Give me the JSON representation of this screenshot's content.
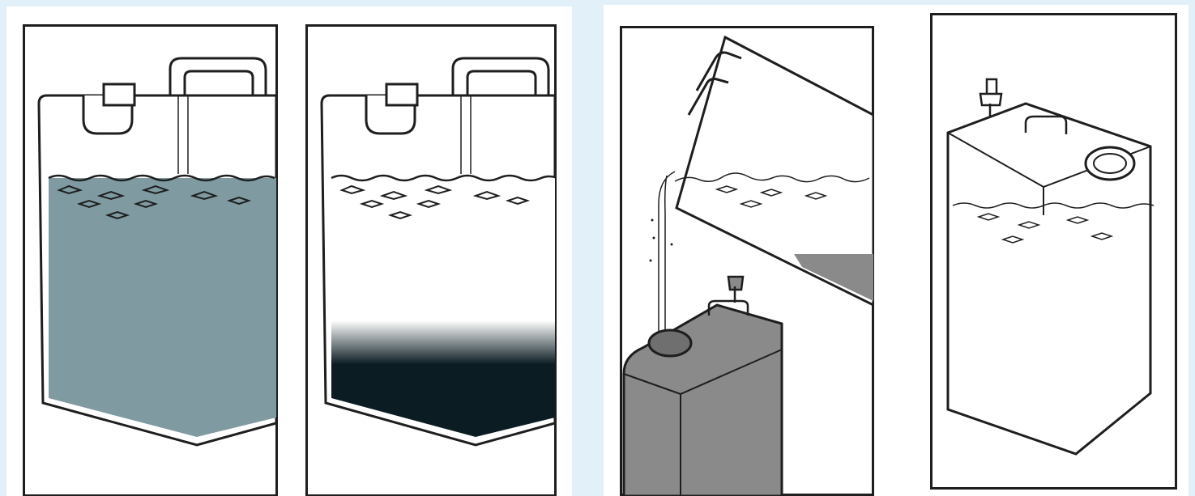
{
  "figure": {
    "panels": [
      {
        "id": "container-turbid-water"
      },
      {
        "id": "container-sediment-settled"
      },
      {
        "id": "decanting-clear-water"
      },
      {
        "id": "container-clear-water"
      }
    ]
  },
  "colors": {
    "background": "#e2f0fa",
    "panel": "#ffffff",
    "outline": "#1e1e1e",
    "turbid_water": "#7f9ba1",
    "sediment": "#0b1c22",
    "receiving_container": "#8a8a8a",
    "settled_layer": "#8a8a8a"
  }
}
